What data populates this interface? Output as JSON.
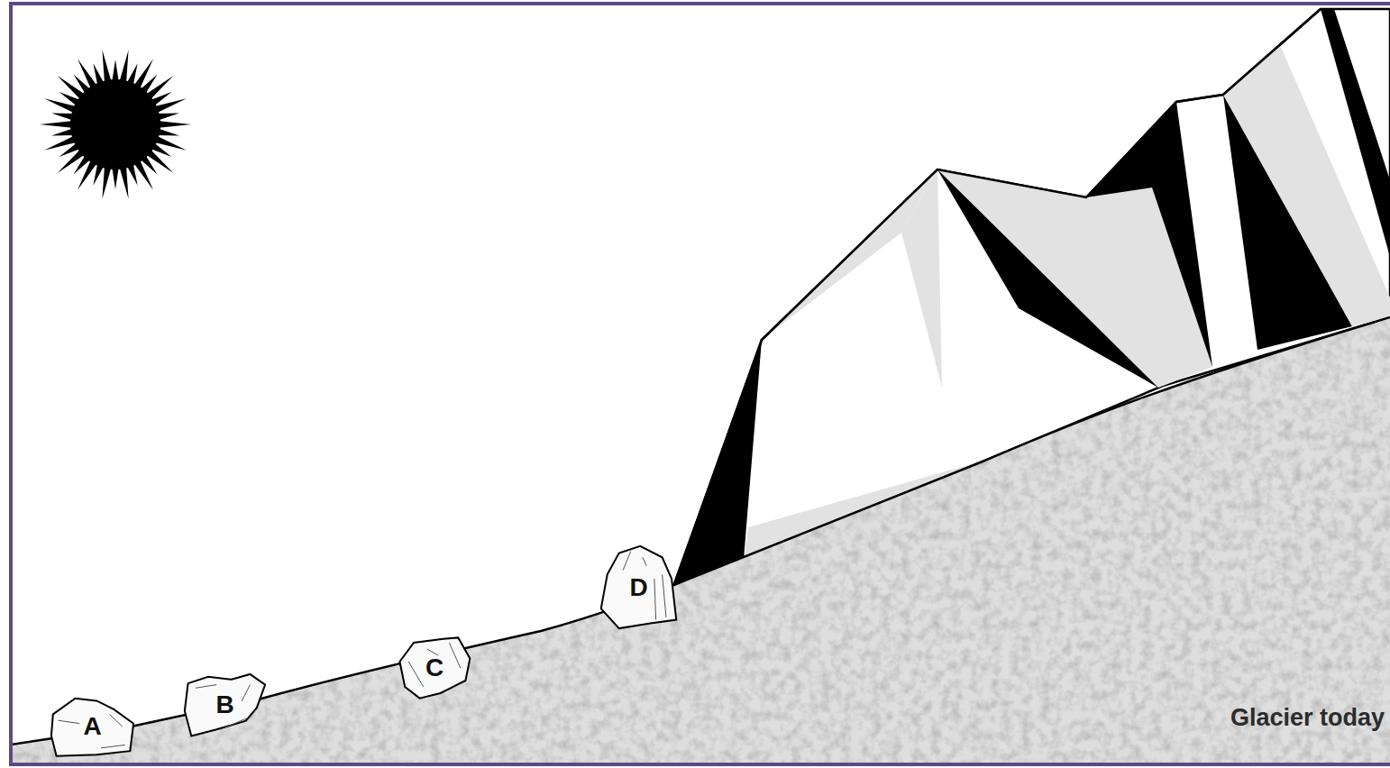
{
  "diagram": {
    "nodes": [
      {
        "text": [
          "A"
        ]
      },
      {
        "text": [
          "B"
        ]
      },
      {
        "text": [
          "C"
        ]
      },
      {
        "text": [
          "D"
        ]
      }
    ],
    "labels": [
      "Glacier today"
    ]
  }
}
